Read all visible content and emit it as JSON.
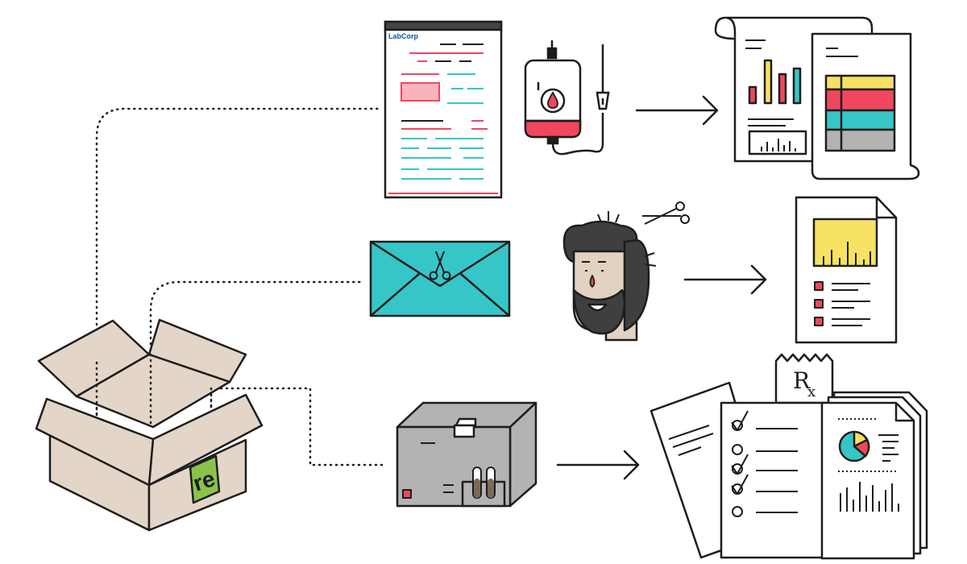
{
  "form": {
    "brand": "LabCorp"
  },
  "box": {
    "logo_text": "re"
  },
  "prescription": {
    "symbol": "R",
    "subscript": "x"
  },
  "colors": {
    "stroke": "#1d1d1d",
    "red": "#f0475d",
    "teal": "#36c6c8",
    "yellow": "#f7e264",
    "gray": "#b3b3b3",
    "cardboard": "#e3d6c8",
    "pink": "#f8b4bd",
    "green": "#8ac24a",
    "skin": "#e1d2c2",
    "hair": "#3f3f3f"
  }
}
